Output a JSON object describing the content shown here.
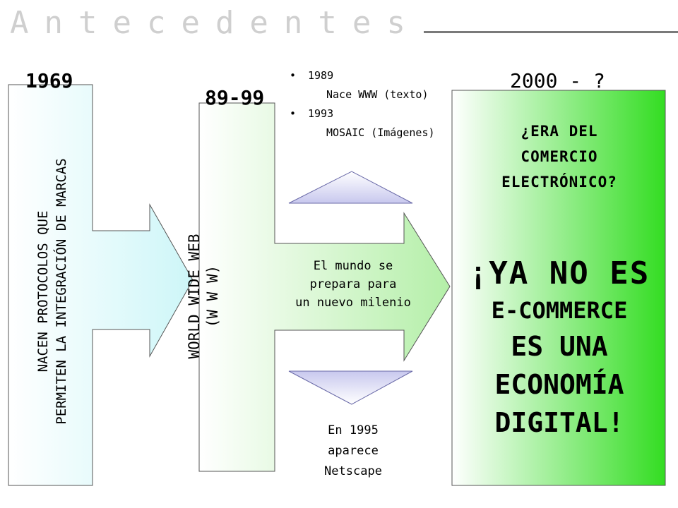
{
  "title": "Antecedentes",
  "years": {
    "first": "1969",
    "second": "89-99",
    "third": "2000 - ?"
  },
  "bullets": [
    {
      "year": "1989",
      "text": "Nace WWW (texto)"
    },
    {
      "year": "1993",
      "text": "MOSAIC (Imágenes)"
    }
  ],
  "column1": {
    "line1": "NACEN PROTOCOLOS QUE",
    "line2": "PERMITEN LA INTEGRACIÓN DE MARCAS"
  },
  "column2": {
    "line1": "WORLD WIDE WEB",
    "line2": "(W W W)"
  },
  "arrow2": {
    "line1": "El mundo se",
    "line2": "prepara para",
    "line3": "un nuevo milenio"
  },
  "netscape": {
    "line1": "En 1995",
    "line2": "aparece",
    "line3": "Netscape"
  },
  "panel": {
    "question_line1": "¿ERA DEL",
    "question_line2": "COMERCIO",
    "question_line3": "ELECTRÓNICO?",
    "big_line1": "¡YA NO ES",
    "big_line2": "E-COMMERCE",
    "big_line3": "ES UNA",
    "big_line4": "ECONOMÍA",
    "big_line5": "DIGITAL!"
  },
  "colors": {
    "title": "#cfcfcf",
    "column_gradient_start": "#ffffff",
    "column1_gradient_end": "#cdf6f8",
    "column2_gradient_end": "#b4efa8",
    "panel_gradient_start": "#ffffff",
    "panel_gradient_end": "#33dd22",
    "triangles": "#c8c8ee"
  }
}
